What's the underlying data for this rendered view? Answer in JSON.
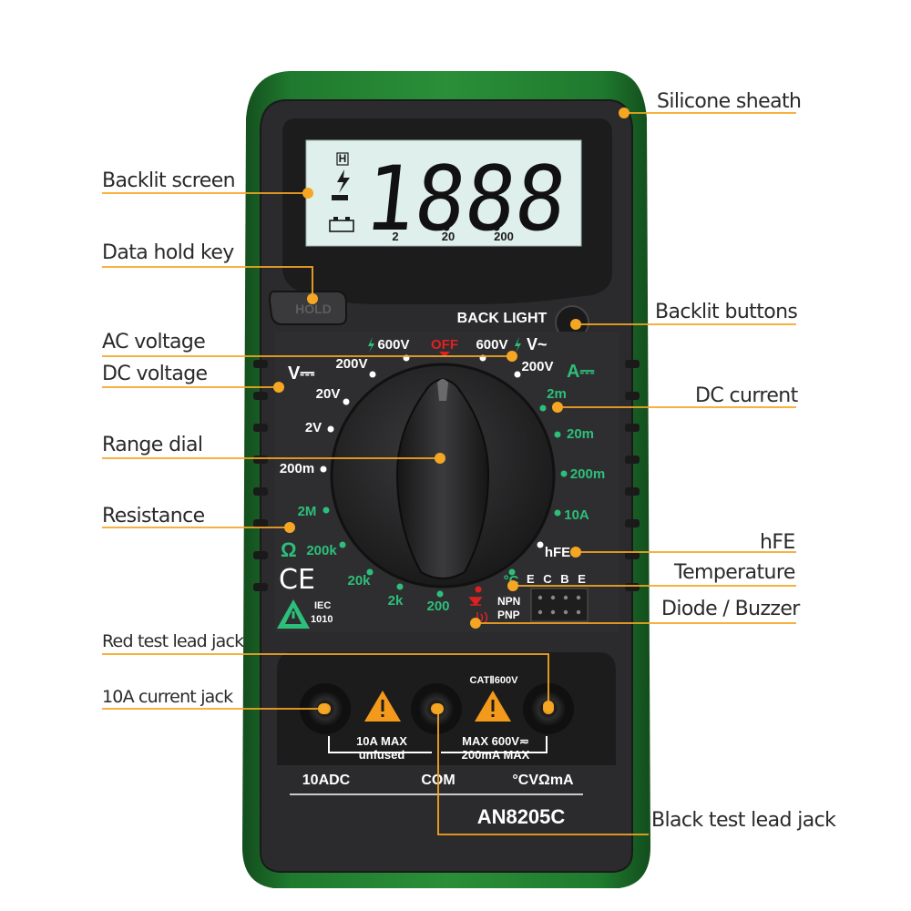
{
  "display": {
    "hold_indicator": "H",
    "reading": "1888",
    "range_marks": [
      "2",
      "20",
      "200"
    ]
  },
  "buttons": {
    "hold": "HOLD",
    "backlight": "BACK LIGHT"
  },
  "dial": {
    "off": "OFF",
    "dc_voltage_symbol": "V⎓",
    "ac_voltage_symbol": "V~",
    "dc_current_symbol": "A⎓",
    "ohm_symbol": "Ω",
    "dcv_ranges": [
      "200V",
      "20V",
      "2V",
      "200m"
    ],
    "acv_ranges": [
      "600V",
      "200V"
    ],
    "dcv_600": "600V",
    "dca_ranges": [
      "2m",
      "20m",
      "200m",
      "10A"
    ],
    "ohm_ranges": [
      "2M",
      "200k",
      "20k",
      "2k",
      "200"
    ],
    "hfe": "hFE",
    "temperature": "°C"
  },
  "transistor_socket": {
    "pins": "E C B E",
    "npn": "NPN",
    "pnp": "PNP"
  },
  "certifications": {
    "ce": "CE",
    "iec": "IEC",
    "iec_num": "1010"
  },
  "jacks": {
    "category": "CATⅡ600V",
    "left_warning": [
      "10A MAX",
      "unfused"
    ],
    "right_warning": [
      "MAX 600V≂",
      "200mA MAX"
    ],
    "labels": [
      "10ADC",
      "COM",
      "°CVΩmA"
    ]
  },
  "model": "AN8205C",
  "callouts": {
    "silicone_sheath": "Silicone sheath",
    "backlit_screen": "Backlit screen",
    "data_hold_key": "Data hold key",
    "backlit_buttons": "Backlit buttons",
    "ac_voltage": "AC voltage",
    "dc_voltage": "DC voltage",
    "dc_current": "DC current",
    "range_dial": "Range dial",
    "resistance": "Resistance",
    "hfe": "hFE",
    "temperature": "Temperature",
    "diode_buzzer": "Diode / Buzzer",
    "red_test_lead_jack": "Red test lead jack",
    "current_jack_10a": "10A current jack",
    "black_test_lead_jack": "Black test lead jack"
  },
  "colors": {
    "sheath": "#1f7a2e",
    "body": "#2e2e30",
    "lcd": "#dff0ec",
    "label_green": "#2dbf7a",
    "callout_dot": "#f5a623",
    "warning": "#f39a1c",
    "off_red": "#e02020"
  }
}
